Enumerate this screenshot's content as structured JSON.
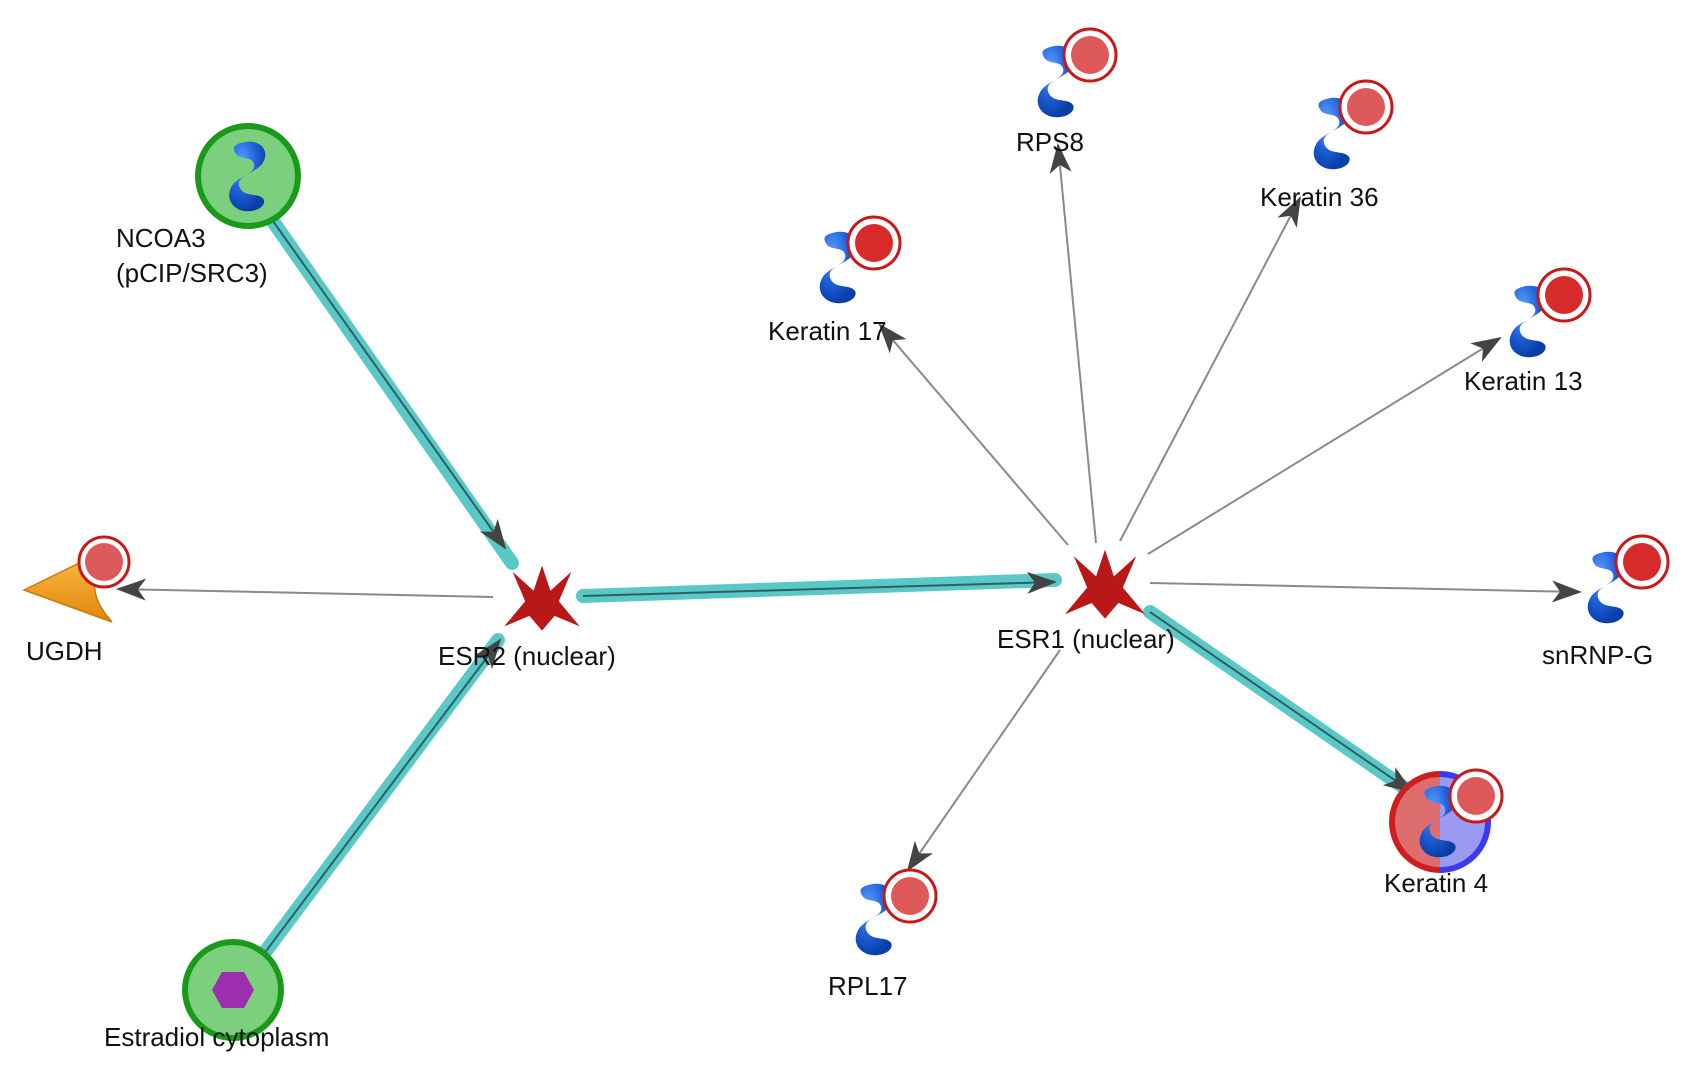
{
  "colors": {
    "highlight_edge": "#5bc8c8",
    "thin_edge": "#8a8a8a",
    "arrow": "#555555",
    "protein": "#1f5fd8",
    "marker_red": "#d72b2b",
    "marker_red_light": "#de5a5a",
    "receptor": "#b81818",
    "green_ring": "#1a9a1a",
    "green_fill": "#7ccf7c",
    "ugdh_shape": "#f4a21c",
    "estradiol_shape": "#9c2fae",
    "keratin4_ring_red": "#cc1f1f",
    "keratin4_ring_blue": "#3a3af0"
  },
  "nodes": {
    "ncoa3": {
      "label_line1": "NCOA3",
      "label_line2": "(pCIP/SRC3)",
      "icon": "protein-icon"
    },
    "esr2": {
      "label": "ESR2 (nuclear)",
      "icon": "receptor-icon"
    },
    "esr1": {
      "label": "ESR1 (nuclear)",
      "icon": "receptor-icon"
    },
    "ugdh": {
      "label": "UGDH",
      "icon": "enzyme-arrow-icon"
    },
    "estradiol": {
      "label": "Estradiol cytoplasm",
      "icon": "hexagon-compound-icon"
    },
    "rps8": {
      "label": "RPS8",
      "icon": "protein-icon"
    },
    "keratin36": {
      "label": "Keratin 36",
      "icon": "protein-icon"
    },
    "keratin17": {
      "label": "Keratin 17",
      "icon": "protein-icon"
    },
    "keratin13": {
      "label": "Keratin 13",
      "icon": "protein-icon"
    },
    "snrnpg": {
      "label": "snRNP-G",
      "icon": "protein-icon"
    },
    "keratin4": {
      "label": "Keratin 4",
      "icon": "protein-icon"
    },
    "rpl17": {
      "label": "RPL17",
      "icon": "protein-icon"
    }
  }
}
